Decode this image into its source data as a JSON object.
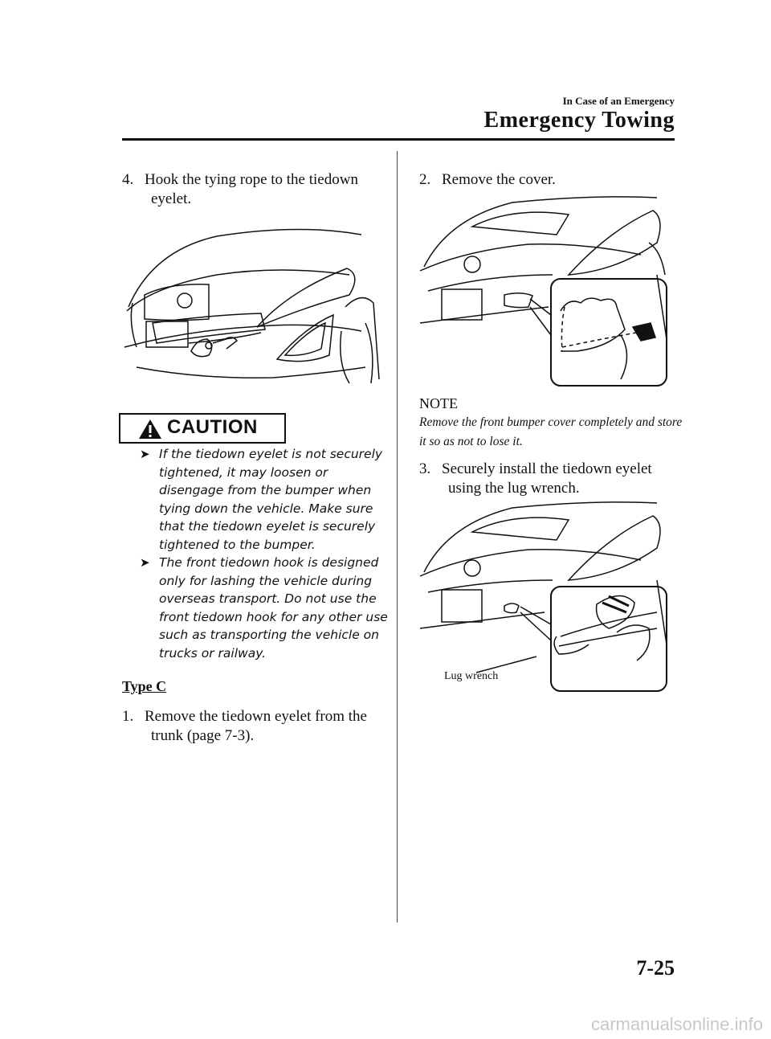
{
  "header": {
    "section": "In Case of an Emergency",
    "title": "Emergency Towing"
  },
  "left": {
    "step4": {
      "num": "4.",
      "text": "Hook the tying rope to the tiedown eyelet."
    },
    "caution": {
      "label": "CAUTION",
      "items": [
        "If the tiedown eyelet is not securely tightened, it may loosen or disengage from the bumper when tying down the vehicle. Make sure that the tiedown eyelet is securely tightened to the bumper.",
        "The front tiedown hook is designed only for lashing the vehicle during overseas transport. Do not use the front tiedown hook for any other use such as transporting the vehicle on trucks or railway."
      ]
    },
    "type_heading": "Type C",
    "step1": {
      "num": "1.",
      "text": "Remove the tiedown eyelet from the trunk (page 7-3)."
    }
  },
  "right": {
    "step2": {
      "num": "2.",
      "text": "Remove the cover."
    },
    "note": {
      "heading": "NOTE",
      "text": "Remove the front bumper cover completely and store it so as not to lose it."
    },
    "step3": {
      "num": "3.",
      "text": "Securely install the tiedown eyelet using the lug wrench."
    },
    "lug_label": "Lug wrench"
  },
  "footer": {
    "page": "7-25",
    "watermark": "carmanualsonline.info"
  },
  "icons": {
    "caution": "warning-triangle-icon",
    "bullet": "arrow-right-icon"
  }
}
